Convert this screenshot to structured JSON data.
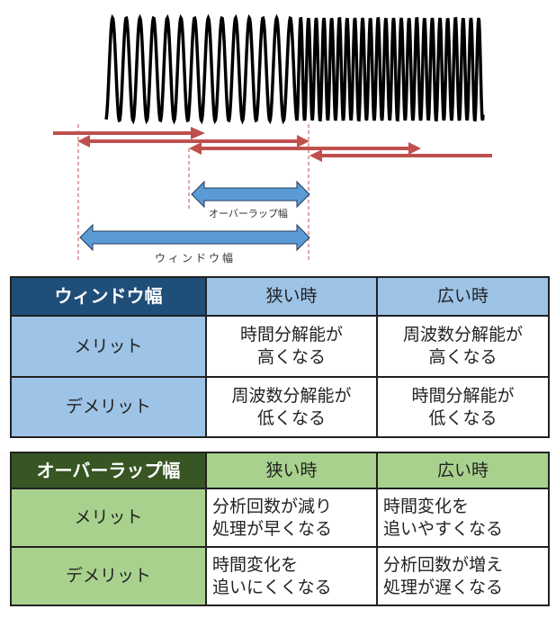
{
  "diagram": {
    "overlap_label": "オーバーラップ幅",
    "window_label": "ウィンドウ幅"
  },
  "window_table": {
    "header": [
      "ウィンドウ幅",
      "狭い時",
      "広い時"
    ],
    "rows": [
      {
        "label": "メリット",
        "narrow": [
          "時間分解能が",
          "高くなる"
        ],
        "wide": [
          "周波数分解能が",
          "高くなる"
        ]
      },
      {
        "label": "デメリット",
        "narrow": [
          "周波数分解能が",
          "低くなる"
        ],
        "wide": [
          "時間分解能が",
          "低くなる"
        ]
      }
    ]
  },
  "overlap_table": {
    "header": [
      "オーバーラップ幅",
      "狭い時",
      "広い時"
    ],
    "rows": [
      {
        "label": "メリット",
        "narrow": [
          "分析回数が減り",
          "処理が早くなる"
        ],
        "wide": [
          "時間変化を",
          "追いやすくなる"
        ]
      },
      {
        "label": "デメリット",
        "narrow": [
          "時間変化を",
          "追いにくくなる"
        ],
        "wide": [
          "分析回数が増え",
          "処理が遅くなる"
        ]
      }
    ]
  },
  "colors": {
    "red": "#c0504d",
    "blue": "#5b9bd5",
    "navy": "#1f4e79",
    "light_blue": "#9dc3e6",
    "dark_green": "#375623",
    "light_green": "#a9d18e"
  }
}
